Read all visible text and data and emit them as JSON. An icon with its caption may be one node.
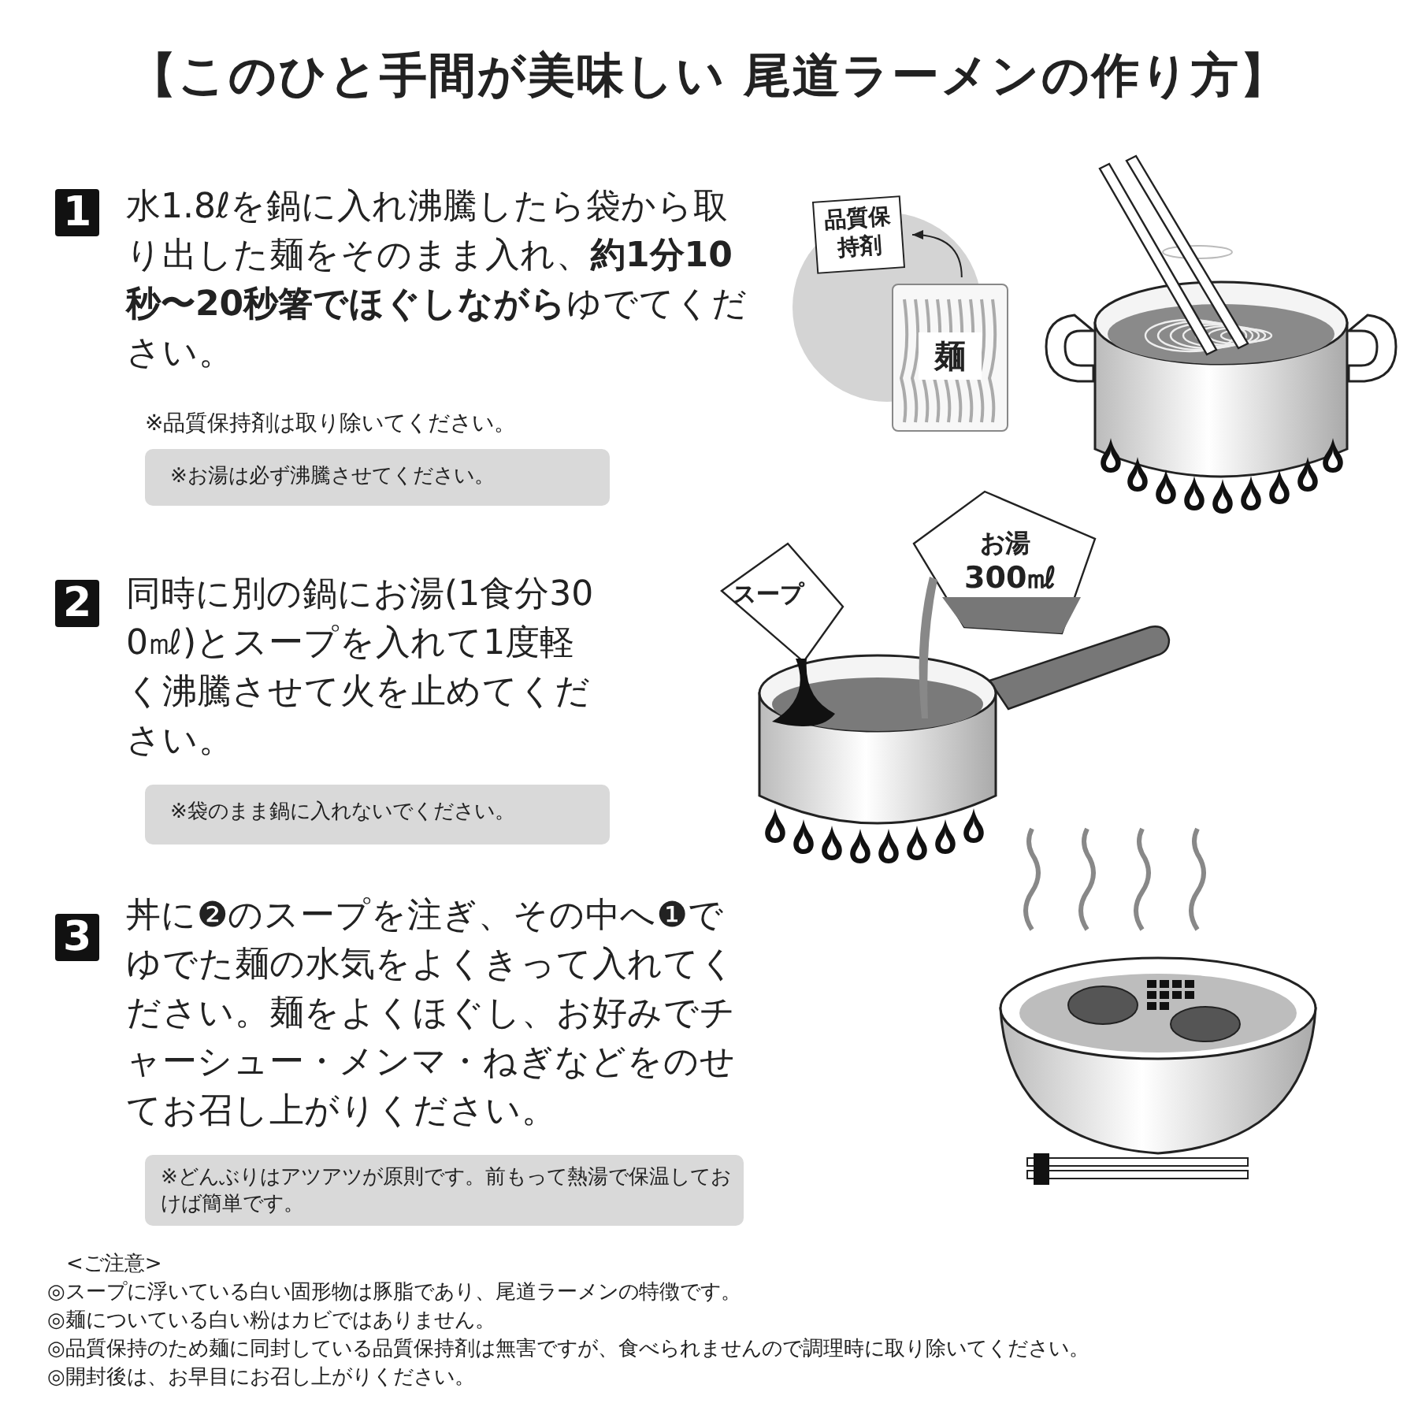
{
  "diagram": {
    "title": "【このひと手間が美味しい 尾道ラーメンの作り方】",
    "nodes": [
      {
        "text": [
          "品質保持剤"
        ]
      },
      {
        "text": [
          "麺"
        ]
      }
    ],
    "edges": [
      {
        "from": 1,
        "to": 0,
        "arrow": "to"
      }
    ],
    "labels": [
      "1",
      "水1.8ℓを鍋に入れ沸騰したら袋から取り出した麺をそのまま入れ、**約1分10秒〜20秒箸でほぐしながら**ゆでてください。",
      "※品質保持剤は取り除いてください。",
      "※お湯は必ず沸騰させてください。",
      "2",
      "同時に別の鍋にお湯(1食分300㎖)とスープを入れて1度軽く沸騰させて火を止めてください。",
      "※袋のまま鍋に入れないでください。",
      "3",
      "丼に❷のスープを注ぎ、その中へ❶でゆでた麺の水気をよくきって入れてください。麺をよくほぐし、お好みでチャーシュー・メンマ・ねぎなどをのせてお召し上がりください。",
      "※どんぶりはアツアツが原則です。前もって熱湯で保温しておけば簡単です。",
      "スープ",
      "お湯",
      "300㎖",
      "<ご注意>",
      "◎スープに浮いている白い固形物は豚脂であり、尾道ラーメンの特徴です。",
      "◎麺についている白い粉はカビではありません。",
      "◎品質保持のため麺に同封している品質保持剤は無害ですが、食べられませんので調理時に取り除いてください。",
      "◎開封後は、お早目にお召し上がりください。"
    ]
  }
}
